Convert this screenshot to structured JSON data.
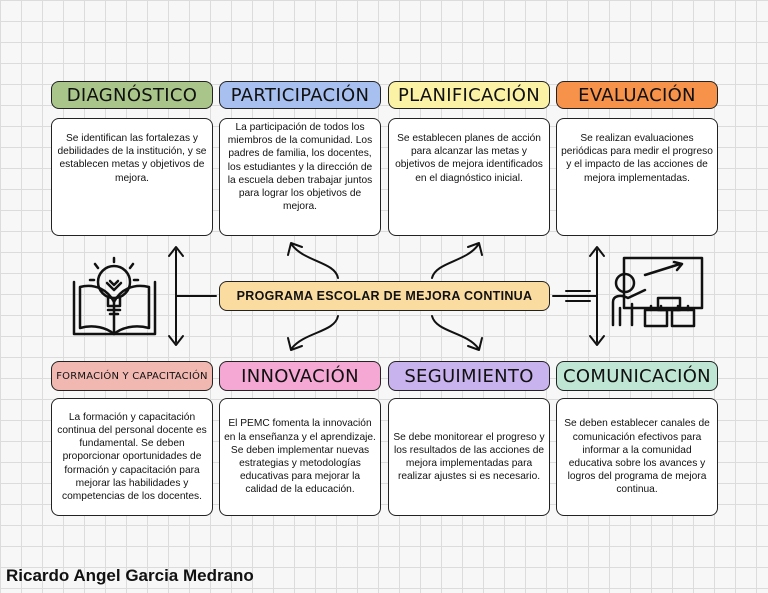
{
  "center_title": "PROGRAMA ESCOLAR DE MEJORA CONTINUA",
  "author": "Ricardo Angel Garcia Medrano",
  "top_row": [
    {
      "title": "DIAGNÓSTICO",
      "color": "#a9c58a",
      "text": "Se identifican las fortalezas y debilidades de la institución, y se establecen metas y objetivos de mejora."
    },
    {
      "title": "PARTICIPACIÓN",
      "color": "#a8c0ef",
      "text": "La participación de todos los miembros de la comunidad. Los padres de familia, los docentes, los estudiantes y la dirección de la escuela deben trabajar juntos para lograr los objetivos de mejora."
    },
    {
      "title": "PLANIFICACIÓN",
      "color": "#fbf2a6",
      "text": "Se establecen planes de acción para alcanzar las metas y objetivos de mejora identificados en el diagnóstico inicial."
    },
    {
      "title": "EVALUACIÓN",
      "color": "#f6924a",
      "text": "Se realizan evaluaciones periódicas para medir el progreso y el impacto de las acciones de mejora implementadas."
    }
  ],
  "bottom_row": [
    {
      "title": "FORMACIÓN Y CAPACITACIÓN",
      "color": "#f1b8b2",
      "text": "La formación y capacitación continua del personal docente es fundamental. Se deben proporcionar oportunidades de formación y capacitación para mejorar las habilidades y competencias de los docentes."
    },
    {
      "title": "INNOVACIÓN",
      "color": "#f4a8d3",
      "text": "El PEMC fomenta la innovación en la enseñanza y el aprendizaje. Se deben implementar nuevas estrategias y metodologías educativas para mejorar la calidad de la educación."
    },
    {
      "title": "SEGUIMIENTO",
      "color": "#c9b3ef",
      "text": "Se debe monitorear el progreso y los resultados de las acciones de mejora implementadas para realizar ajustes si es necesario."
    },
    {
      "title": "COMUNICACIÓN",
      "color": "#bfe6d4",
      "text": "Se deben establecer canales de comunicación efectivos para informar a la comunidad educativa sobre los avances y logros del programa de mejora continua."
    }
  ],
  "icons": [
    "lightbulb-book-icon",
    "teacher-board-icon"
  ]
}
